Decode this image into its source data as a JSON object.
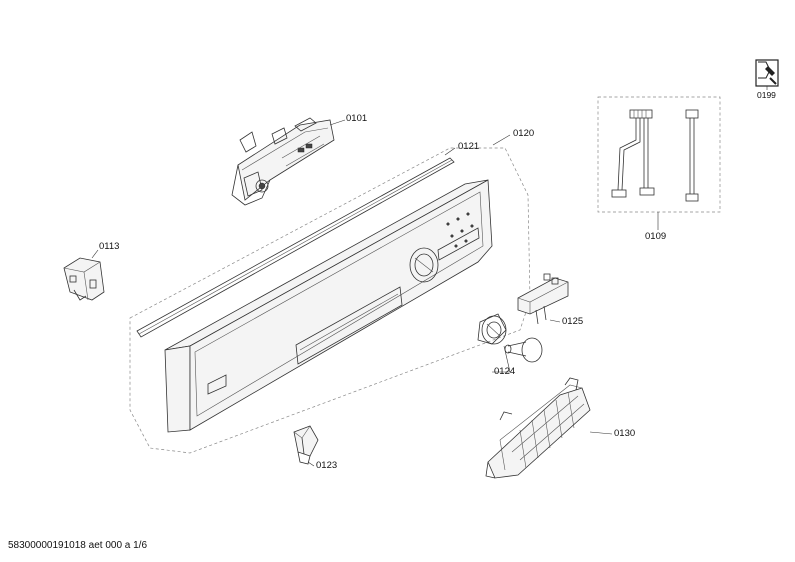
{
  "parts": {
    "p0101": "0101",
    "p0109": "0109",
    "p0113": "0113",
    "p0120": "0120",
    "p0121": "0121",
    "p0123": "0123",
    "p0124": "0124",
    "p0125": "0125",
    "p0130": "0130",
    "p0199": "0199"
  },
  "footer": "58300000191018 aet 000 a 1/6",
  "icons": {
    "service": "wrench-service-icon"
  }
}
